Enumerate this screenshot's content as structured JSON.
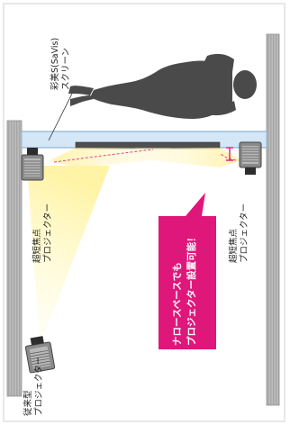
{
  "labels": {
    "screen_line1": "彩美S(SaVis)",
    "screen_line2": "スクリーン",
    "ust_left_line1": "超短焦点",
    "ust_left_line2": "プロジェクター",
    "ust_right_line1": "超短焦点",
    "ust_right_line2": "プロジェクター",
    "conventional_line1": "従来型",
    "conventional_line2": "プロジェクター",
    "callout_line1": "ナロースペースでも",
    "callout_line2": "プロジェクター設置可能！"
  },
  "colors": {
    "callout": "#e0177b",
    "beam": "#fff5a8",
    "wall": "#b9b9b9",
    "screen_blue": "#cfe4f5",
    "screen_panel": "#555555",
    "silhouette": "#4a4a4a",
    "dashed_arc": "#e8448f"
  },
  "icons": {
    "person": "person-silhouette-icon",
    "projector": "projector-icon"
  }
}
